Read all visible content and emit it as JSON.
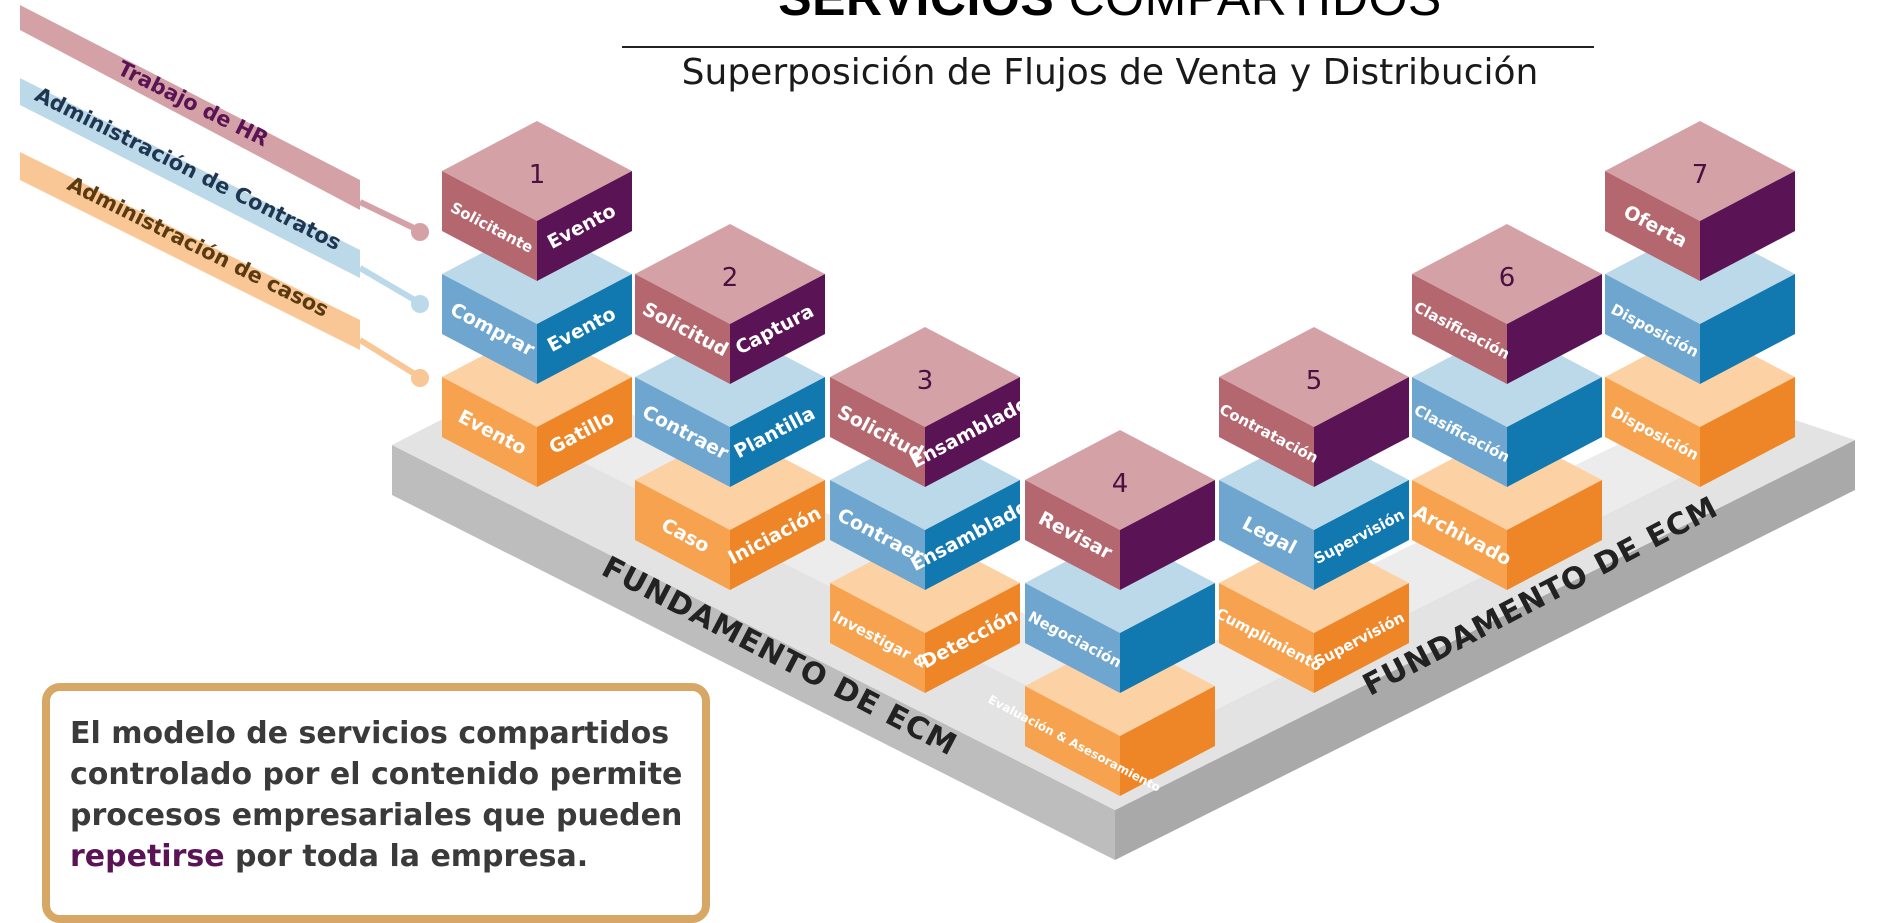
{
  "title": {
    "bold": "SERVICIOS",
    "light": "COMPARTIDOS"
  },
  "subtitle": "Superposición de Flujos de Venta y Distribución",
  "ribbons": [
    {
      "label": "Trabajo de HR",
      "color": "#d4a2a6",
      "text_color": "#5a1455"
    },
    {
      "label": "Administración de Contratos",
      "color": "#bcd9ea",
      "text_color": "#1f3550"
    },
    {
      "label": "Administración de casos",
      "color": "#f9c795",
      "text_color": "#5a3a10"
    }
  ],
  "platform_labels": [
    "FUNDAMENTO DE ECM",
    "FUNDAMENTO DE ECM"
  ],
  "stacks": [
    {
      "number": "1",
      "hr": [
        "Solicitante",
        "Evento"
      ],
      "contracts": [
        "Comprar",
        "Evento"
      ],
      "cases": [
        "Evento",
        "Gatillo"
      ]
    },
    {
      "number": "2",
      "hr": [
        "Solicitud",
        "Captura"
      ],
      "contracts": [
        "Contraer",
        "Plantilla"
      ],
      "cases": [
        "Caso",
        "Iniciación"
      ]
    },
    {
      "number": "3",
      "hr": [
        "Solicitud",
        "Ensamblado"
      ],
      "contracts": [
        "Contraer",
        "Ensamblado"
      ],
      "cases": [
        "Investigar &",
        "Detección"
      ]
    },
    {
      "number": "4",
      "hr": [
        "Revisar",
        ""
      ],
      "contracts": [
        "Negociación",
        ""
      ],
      "cases": [
        "Evaluación & Asesoramiento",
        ""
      ]
    },
    {
      "number": "5",
      "hr": [
        "Contratación",
        ""
      ],
      "contracts": [
        "Legal",
        "Supervisión"
      ],
      "cases": [
        "Cumplimiento",
        "Supervisión"
      ]
    },
    {
      "number": "6",
      "hr": [
        "Clasificación",
        ""
      ],
      "contracts": [
        "Clasificación",
        ""
      ],
      "cases": [
        "Archivado",
        ""
      ]
    },
    {
      "number": "7",
      "hr": [
        "Oferta",
        ""
      ],
      "contracts": [
        "Disposición",
        ""
      ],
      "cases": [
        "Disposición",
        ""
      ]
    }
  ],
  "colors": {
    "hr_top": "#d4a2a6",
    "hr_left": "#b5676f",
    "hr_right": "#5a1455",
    "contracts_top": "#bcd9ea",
    "contracts_left": "#6fa6cf",
    "contracts_right": "#1278b0",
    "cases_top": "#fcd2a5",
    "cases_left": "#f7a24e",
    "cases_right": "#ee8526",
    "platform_top": "#e3e3e3",
    "platform_side": "#bdbdbd",
    "note_border": "#d7a765"
  },
  "note": {
    "line1": "El modelo de servicios compartidos",
    "line2": "controlado por el contenido permite",
    "line3": "procesos empresariales que pueden",
    "highlight": "repetirse",
    "line4_rest": " por toda la empresa."
  }
}
